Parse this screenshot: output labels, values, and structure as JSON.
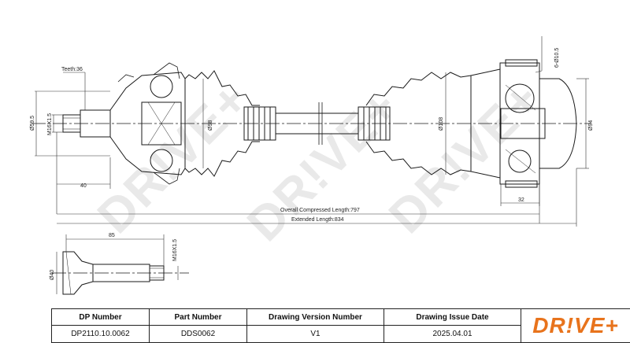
{
  "drawing": {
    "teeth": "Teeth:36",
    "dims": {
      "d59_5": "Ø59.5",
      "m16": "M16X1.5",
      "d98": "Ø98",
      "d108": "Ø108",
      "d94": "Ø94",
      "holes": "6-Ø10.5",
      "len40": "40",
      "len32": "32",
      "compressed": "Overall Compressed Length:797",
      "extended": "Extended Length:834",
      "len85": "85",
      "d40": "Ø40",
      "m16b": "M16X1.5"
    },
    "watermark": "DR!VE+"
  },
  "title_block": {
    "headers": [
      "DP Number",
      "Part Number",
      "Drawing Version Number",
      "Drawing Issue Date"
    ],
    "values": [
      "DP2110.10.0062",
      "DDS0062",
      "V1",
      "2025.04.01"
    ],
    "logo": "DR!VE+",
    "logo_color": "#e8731c"
  }
}
